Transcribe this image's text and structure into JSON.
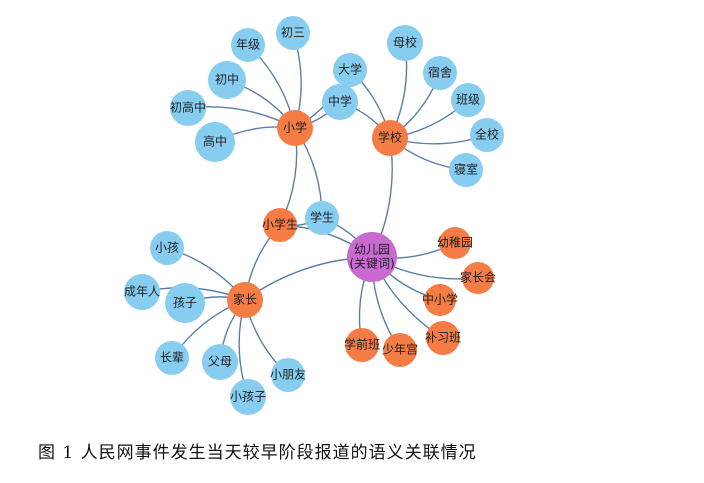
{
  "colors": {
    "blue": "#87cdf0",
    "orange": "#f57d45",
    "purple": "#c96ad1",
    "edge": "#5b7ea6"
  },
  "nodes": [
    {
      "id": "keyword",
      "lines": [
        "幼儿园",
        "(关键词)"
      ],
      "color": "purple"
    },
    {
      "id": "xuexiao",
      "lines": [
        "学校"
      ],
      "color": "orange"
    },
    {
      "id": "xiaoxue",
      "lines": [
        "小学"
      ],
      "color": "orange"
    },
    {
      "id": "xiaoxuesheng",
      "lines": [
        "小学生"
      ],
      "color": "orange"
    },
    {
      "id": "jiazhang",
      "lines": [
        "家长"
      ],
      "color": "orange"
    },
    {
      "id": "youzhiyuan",
      "lines": [
        "幼稚园"
      ],
      "color": "orange"
    },
    {
      "id": "jiazhanghui",
      "lines": [
        "家长会"
      ],
      "color": "orange"
    },
    {
      "id": "zhongxiaoxue",
      "lines": [
        "中小学"
      ],
      "color": "orange"
    },
    {
      "id": "buxiban",
      "lines": [
        "补习班"
      ],
      "color": "orange"
    },
    {
      "id": "shaoniangong",
      "lines": [
        "少年宫"
      ],
      "color": "orange"
    },
    {
      "id": "xueqianban",
      "lines": [
        "学前班"
      ],
      "color": "orange"
    },
    {
      "id": "xuesheng",
      "lines": [
        "学生"
      ],
      "color": "blue"
    },
    {
      "id": "zhongxue",
      "lines": [
        "中学"
      ],
      "color": "blue"
    },
    {
      "id": "daxue",
      "lines": [
        "大学"
      ],
      "color": "blue"
    },
    {
      "id": "muxiao",
      "lines": [
        "母校"
      ],
      "color": "blue"
    },
    {
      "id": "sushe",
      "lines": [
        "宿舍"
      ],
      "color": "blue"
    },
    {
      "id": "banji",
      "lines": [
        "班级"
      ],
      "color": "blue"
    },
    {
      "id": "quanxiao",
      "lines": [
        "全校"
      ],
      "color": "blue"
    },
    {
      "id": "qinshi",
      "lines": [
        "寝室"
      ],
      "color": "blue"
    },
    {
      "id": "chusan",
      "lines": [
        "初三"
      ],
      "color": "blue"
    },
    {
      "id": "nianji",
      "lines": [
        "年级"
      ],
      "color": "blue"
    },
    {
      "id": "chuzhong",
      "lines": [
        "初中"
      ],
      "color": "blue"
    },
    {
      "id": "chugaozhong",
      "lines": [
        "初高中"
      ],
      "color": "blue"
    },
    {
      "id": "gaozhong",
      "lines": [
        "高中"
      ],
      "color": "blue"
    },
    {
      "id": "xiaohai",
      "lines": [
        "小孩"
      ],
      "color": "blue"
    },
    {
      "id": "chengnianren",
      "lines": [
        "成年人"
      ],
      "color": "blue"
    },
    {
      "id": "haizi",
      "lines": [
        "孩子"
      ],
      "color": "blue"
    },
    {
      "id": "zhangbei",
      "lines": [
        "长辈"
      ],
      "color": "blue"
    },
    {
      "id": "fumu",
      "lines": [
        "父母"
      ],
      "color": "blue"
    },
    {
      "id": "xiaohaizi",
      "lines": [
        "小孩子"
      ],
      "color": "blue"
    },
    {
      "id": "xiaopengyou",
      "lines": [
        "小朋友"
      ],
      "color": "blue"
    }
  ],
  "edges": [
    [
      "keyword",
      "xuexiao"
    ],
    [
      "keyword",
      "xiaoxuesheng"
    ],
    [
      "keyword",
      "jiazhang"
    ],
    [
      "keyword",
      "youzhiyuan"
    ],
    [
      "keyword",
      "jiazhanghui"
    ],
    [
      "keyword",
      "zhongxiaoxue"
    ],
    [
      "keyword",
      "buxiban"
    ],
    [
      "keyword",
      "shaoniangong"
    ],
    [
      "keyword",
      "xueqianban"
    ],
    [
      "keyword",
      "xuesheng"
    ],
    [
      "xiaoxuesheng",
      "xiaoxue"
    ],
    [
      "xiaoxuesheng",
      "xuesheng"
    ],
    [
      "xiaoxuesheng",
      "jiazhang"
    ],
    [
      "xuesheng",
      "xiaoxue"
    ],
    [
      "xiaoxue",
      "chusan"
    ],
    [
      "xiaoxue",
      "nianji"
    ],
    [
      "xiaoxue",
      "chuzhong"
    ],
    [
      "xiaoxue",
      "chugaozhong"
    ],
    [
      "xiaoxue",
      "gaozhong"
    ],
    [
      "xiaoxue",
      "daxue"
    ],
    [
      "xiaoxue",
      "zhongxue"
    ],
    [
      "xuexiao",
      "zhongxue"
    ],
    [
      "xuexiao",
      "daxue"
    ],
    [
      "xuexiao",
      "muxiao"
    ],
    [
      "xuexiao",
      "sushe"
    ],
    [
      "xuexiao",
      "banji"
    ],
    [
      "xuexiao",
      "quanxiao"
    ],
    [
      "xuexiao",
      "qinshi"
    ],
    [
      "jiazhang",
      "xiaohai"
    ],
    [
      "jiazhang",
      "chengnianren"
    ],
    [
      "jiazhang",
      "haizi"
    ],
    [
      "jiazhang",
      "zhangbei"
    ],
    [
      "jiazhang",
      "fumu"
    ],
    [
      "jiazhang",
      "xiaohaizi"
    ],
    [
      "jiazhang",
      "xiaopengyou"
    ]
  ],
  "caption": "图 1  人民网事件发生当天较早阶段报道的语义关联情况"
}
